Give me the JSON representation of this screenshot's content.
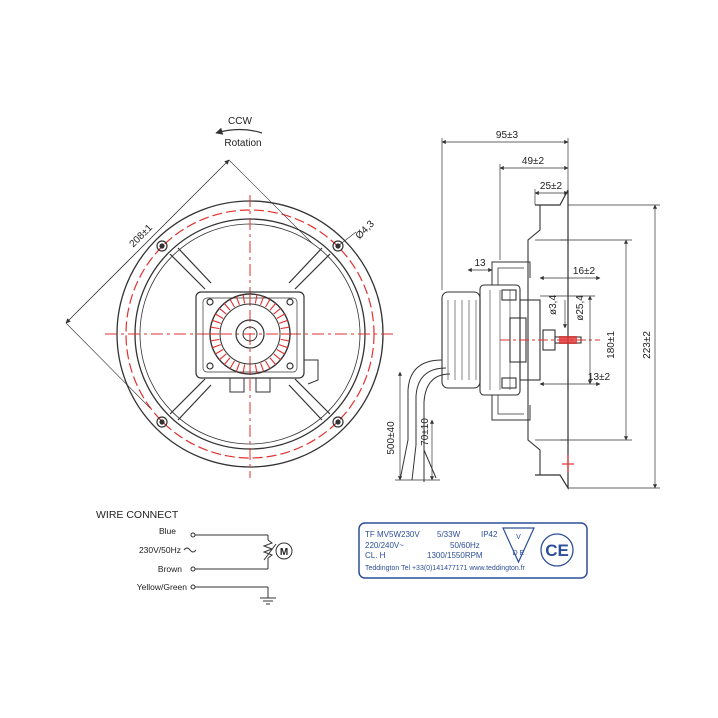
{
  "front_view": {
    "rotation_direction": "CCW",
    "rotation_label": "Rotation",
    "diameter_dim": "208±1",
    "hole_dim": "Ø4,3"
  },
  "side_view": {
    "dim_overall_depth": "95±3",
    "dim_depth_49": "49±2",
    "dim_depth_25": "25±2",
    "dim_13": "13",
    "dim_16": "16±2",
    "dim_shaft": "ø3,4",
    "dim_hub": "ø25,4",
    "dim_13_lower": "13±2",
    "dim_180": "180±1",
    "dim_223": "223±2",
    "dim_cable": "500±40",
    "dim_strip": "70±10"
  },
  "wiring": {
    "title": "WIRE CONNECT",
    "blue": "Blue",
    "supply": "230V/50Hz",
    "brown": "Brown",
    "earth": "Yellow/Green",
    "motor_symbol": "M"
  },
  "nameplate": {
    "model": "TF MV5W230V",
    "power": "5/33W",
    "ip": "IP42",
    "voltage": "220/240V~",
    "frequency": "50/60Hz",
    "class": "CL. H",
    "rpm": "1300/1550RPM",
    "contact": "Teddington Tel +33(0)141477171 www.teddington.fr",
    "vde_v": "V",
    "vde_de": "D E",
    "ce": "CE"
  },
  "colors": {
    "line": "#333333",
    "centerline": "#e2312f",
    "plate_border": "#2d4f98",
    "plate_text": "#2d4f98"
  }
}
